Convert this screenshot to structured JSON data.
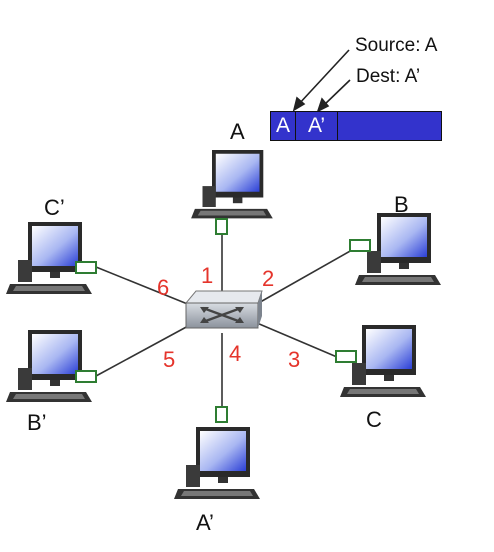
{
  "frame": {
    "src_field": "A",
    "dst_field": "A’",
    "source_label": "Source: A",
    "dest_label": "Dest: A’"
  },
  "hosts": [
    {
      "id": "A",
      "label": "A"
    },
    {
      "id": "B",
      "label": "B"
    },
    {
      "id": "C",
      "label": "C"
    },
    {
      "id": "A2",
      "label": "A’"
    },
    {
      "id": "B2",
      "label": "B’"
    },
    {
      "id": "C2",
      "label": "C’"
    }
  ],
  "ports": [
    "1",
    "2",
    "3",
    "4",
    "5",
    "6"
  ],
  "colors": {
    "frame_fill": "#3333cc",
    "port_number": "#e5342b",
    "interface": "#2e7d32",
    "switch": "#9aa1aa"
  }
}
